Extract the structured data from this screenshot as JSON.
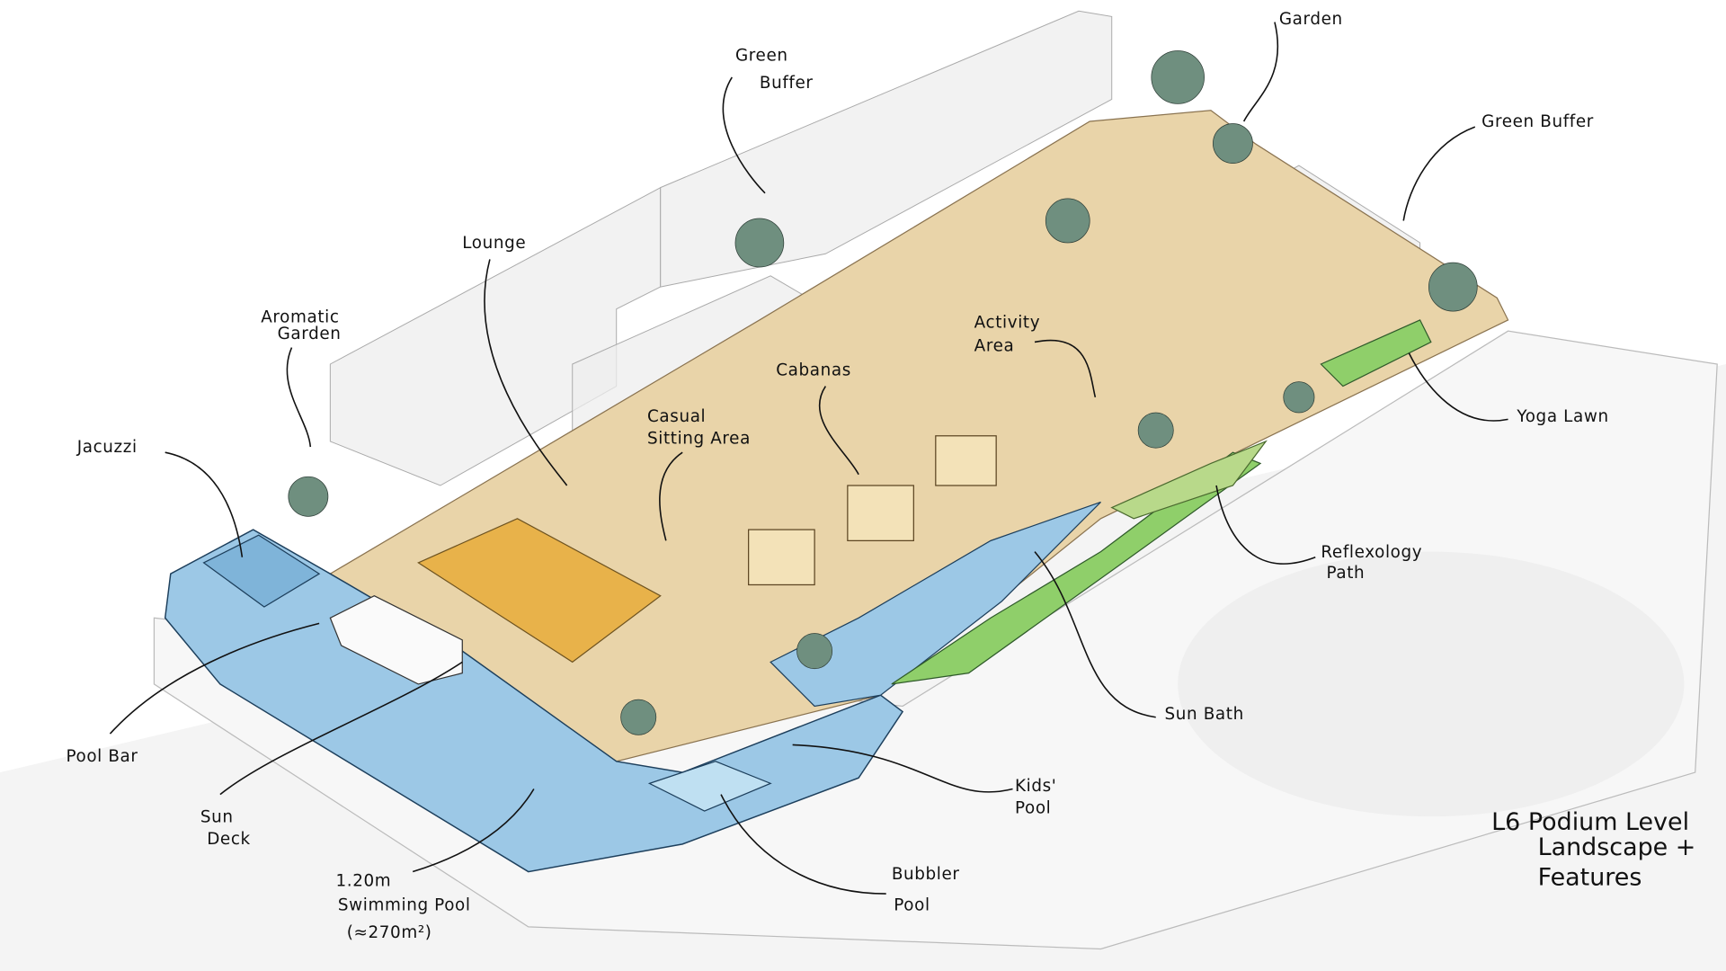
{
  "title": {
    "line1": "L6 Podium Level",
    "line2": "Landscape +",
    "line3": "Features"
  },
  "labels": {
    "green_buffer_top": [
      "Green",
      "Buffer"
    ],
    "garden": "Garden",
    "green_buffer_right": "Green Buffer",
    "lounge": "Lounge",
    "aromatic_garden": [
      "Aromatic",
      "Garden"
    ],
    "jacuzzi": "Jacuzzi",
    "activity_area": [
      "Activity",
      "Area"
    ],
    "cabanas": "Cabanas",
    "casual_sitting_area": [
      "Casual",
      "Sitting Area"
    ],
    "yoga_lawn": "Yoga Lawn",
    "reflexology_path": [
      "Reflexology",
      "Path"
    ],
    "sun_bath": "Sun Bath",
    "pool_bar": "Pool Bar",
    "sun_deck": [
      "Sun",
      "Deck"
    ],
    "kids_pool": [
      "Kids'",
      "Pool"
    ],
    "bubbler_pool": [
      "Bubbler",
      "Pool"
    ],
    "swimming_pool": [
      "1.20m",
      "Swimming Pool",
      "(≈270m²)"
    ]
  },
  "colors": {
    "water": "#9cc8e6",
    "deck": "#e9d4a9",
    "lawn": "#8fcf6a",
    "planting": "#6f8f7f"
  }
}
